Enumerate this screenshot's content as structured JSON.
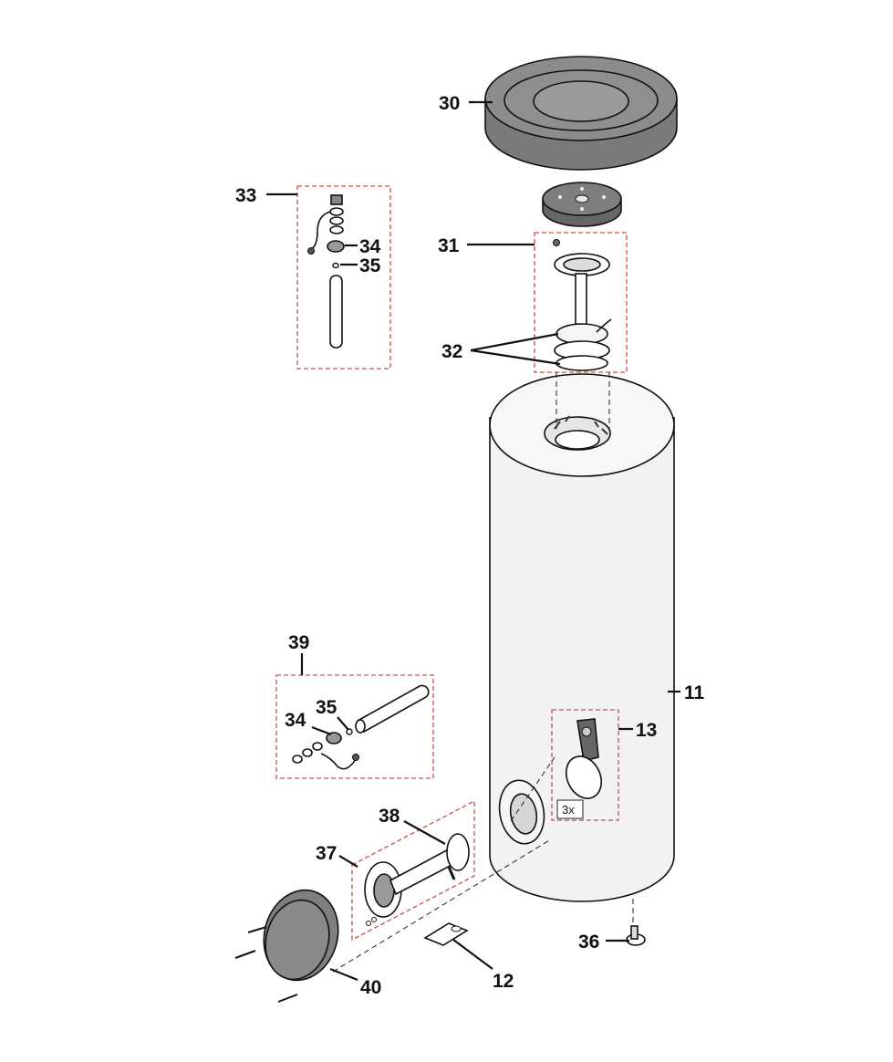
{
  "diagram": {
    "callouts": {
      "c11": "11",
      "c12": "12",
      "c13": "13",
      "c30": "30",
      "c31": "31",
      "c32": "32",
      "c33": "33",
      "c34a": "34",
      "c35a": "35",
      "c34b": "34",
      "c35b": "35",
      "c36": "36",
      "c37": "37",
      "c38": "38",
      "c39": "39",
      "c40": "40"
    },
    "quantity_note": "3x"
  },
  "colors": {
    "ink": "#111111",
    "part_fill": "#8c8c8c",
    "callout_box": "#c0504d"
  }
}
